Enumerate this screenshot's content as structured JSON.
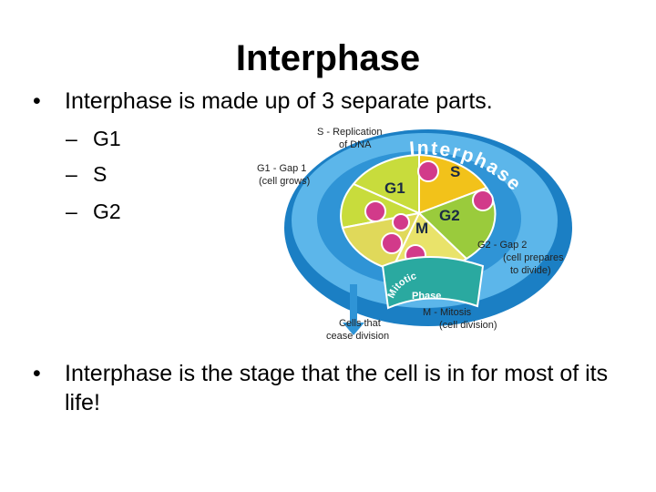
{
  "slide": {
    "title": "Interphase",
    "bullet_1": "Interphase is made up of 3 separate parts.",
    "sub_items": [
      "G1",
      "S",
      "G2"
    ],
    "bullet_2": "Interphase is the stage that the cell is in for most of its life!"
  },
  "diagram": {
    "ring_label": "Interphase",
    "mitotic_label_1": "Mitotic",
    "mitotic_label_2": "Phase",
    "sectors": {
      "g1": "G1",
      "s": "S",
      "g2": "G2",
      "m": "M"
    },
    "callouts": {
      "s_line1": "S - Replication",
      "s_line2": "of DNA",
      "g1_line1": "G1 - Gap 1",
      "g1_line2": "(cell grows)",
      "g2_line1": "G2 - Gap 2",
      "g2_line2": "(cell prepares",
      "g2_line3": "to divide)",
      "m_line1": "M - Mitosis",
      "m_line2": "(cell division)",
      "c_line1": "Cells that",
      "c_line2": "cease division"
    },
    "colors": {
      "ring": "#1b7fc4",
      "ring_light": "#5cb6ea",
      "g1": "#c8dc3c",
      "s": "#f2c21a",
      "g2": "#9acb3c",
      "m": "#e9e36a",
      "mitotic": "#2aa9a0",
      "cell": "#d23a8a"
    }
  }
}
